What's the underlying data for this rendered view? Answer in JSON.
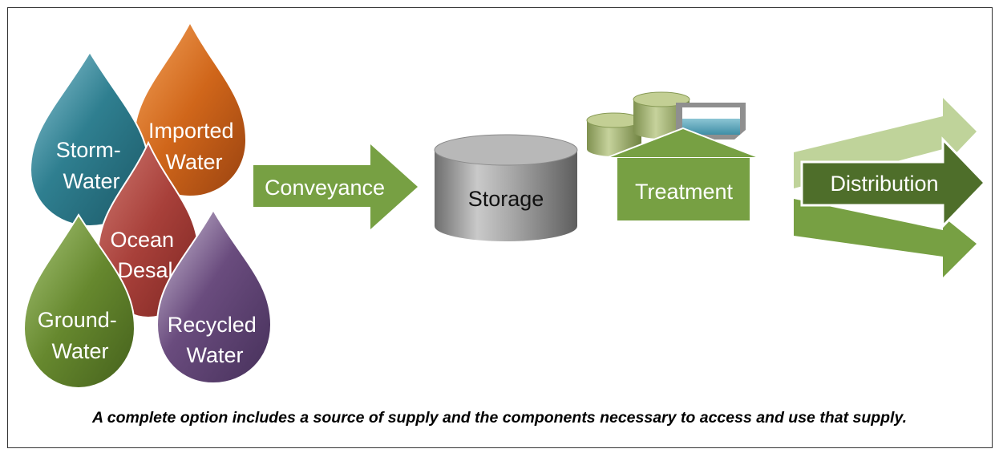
{
  "sources": [
    {
      "id": "storm",
      "lines": [
        "Storm-",
        "Water"
      ],
      "color": "#2f7f90"
    },
    {
      "id": "imported",
      "lines": [
        "Imported",
        "Water"
      ],
      "color": "#d0661a"
    },
    {
      "id": "ocean",
      "lines": [
        "Ocean",
        "Desal"
      ],
      "color": "#a8403a"
    },
    {
      "id": "ground",
      "lines": [
        "Ground-",
        "Water"
      ],
      "color": "#66882e"
    },
    {
      "id": "recycled",
      "lines": [
        "Recycled",
        "Water"
      ],
      "color": "#6a4c7e"
    }
  ],
  "conveyance": {
    "label": "Conveyance",
    "color": "#77a043"
  },
  "storage": {
    "label": "Storage",
    "color": "#9a9a9a"
  },
  "treatment": {
    "label": "Treatment",
    "color": "#77a043"
  },
  "distribution": {
    "label": "Distribution",
    "color": "#4e6e2a"
  },
  "caption": "A complete option includes a source of supply and the components necessary to access and use that supply."
}
